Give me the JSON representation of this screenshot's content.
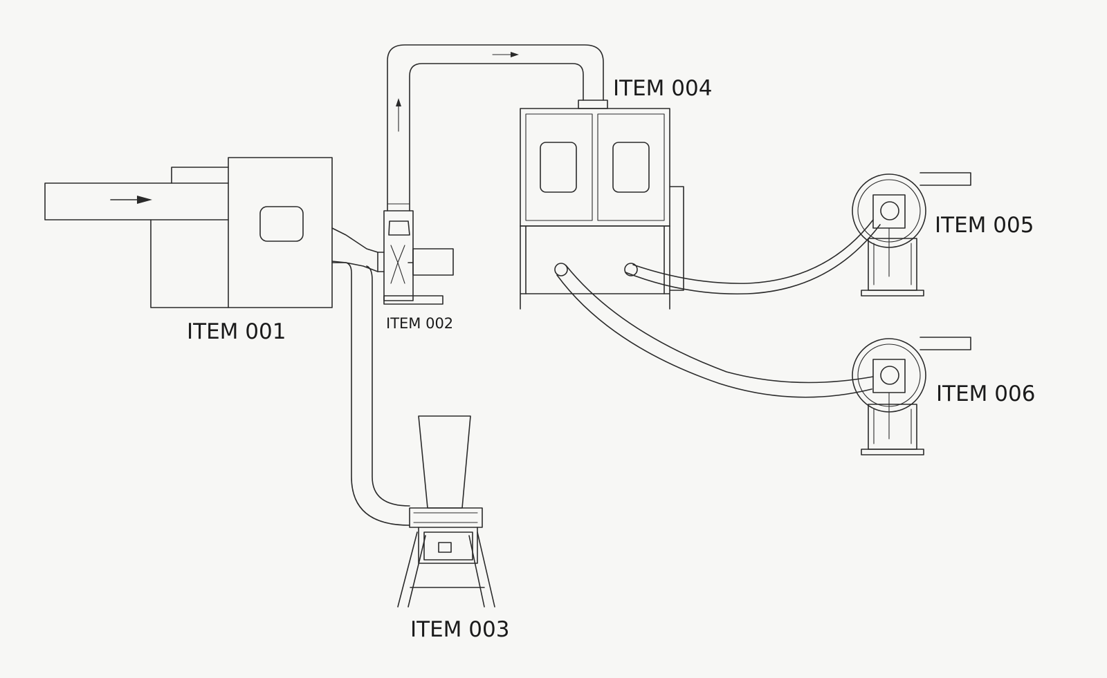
{
  "diagram": {
    "labels": {
      "item001": "ITEM 001",
      "item002": "ITEM 002",
      "item003": "ITEM 003",
      "item004": "ITEM 004",
      "item005": "ITEM 005",
      "item006": "ITEM 006"
    },
    "colors": {
      "line": "#2a2a2a",
      "background": "#f7f7f5"
    }
  }
}
